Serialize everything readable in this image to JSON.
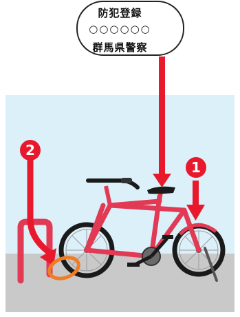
{
  "tag": {
    "line1": "防犯登録",
    "line2": "○○○○○○",
    "line3": "群馬県警察"
  },
  "badges": {
    "first": "1",
    "second": "2"
  },
  "colors": {
    "sky": "#d9eef9",
    "ground": "#c8c8c8",
    "frame": "#e23a55",
    "arrow": "#e8192c",
    "lock_ring": "#f08a2a"
  }
}
